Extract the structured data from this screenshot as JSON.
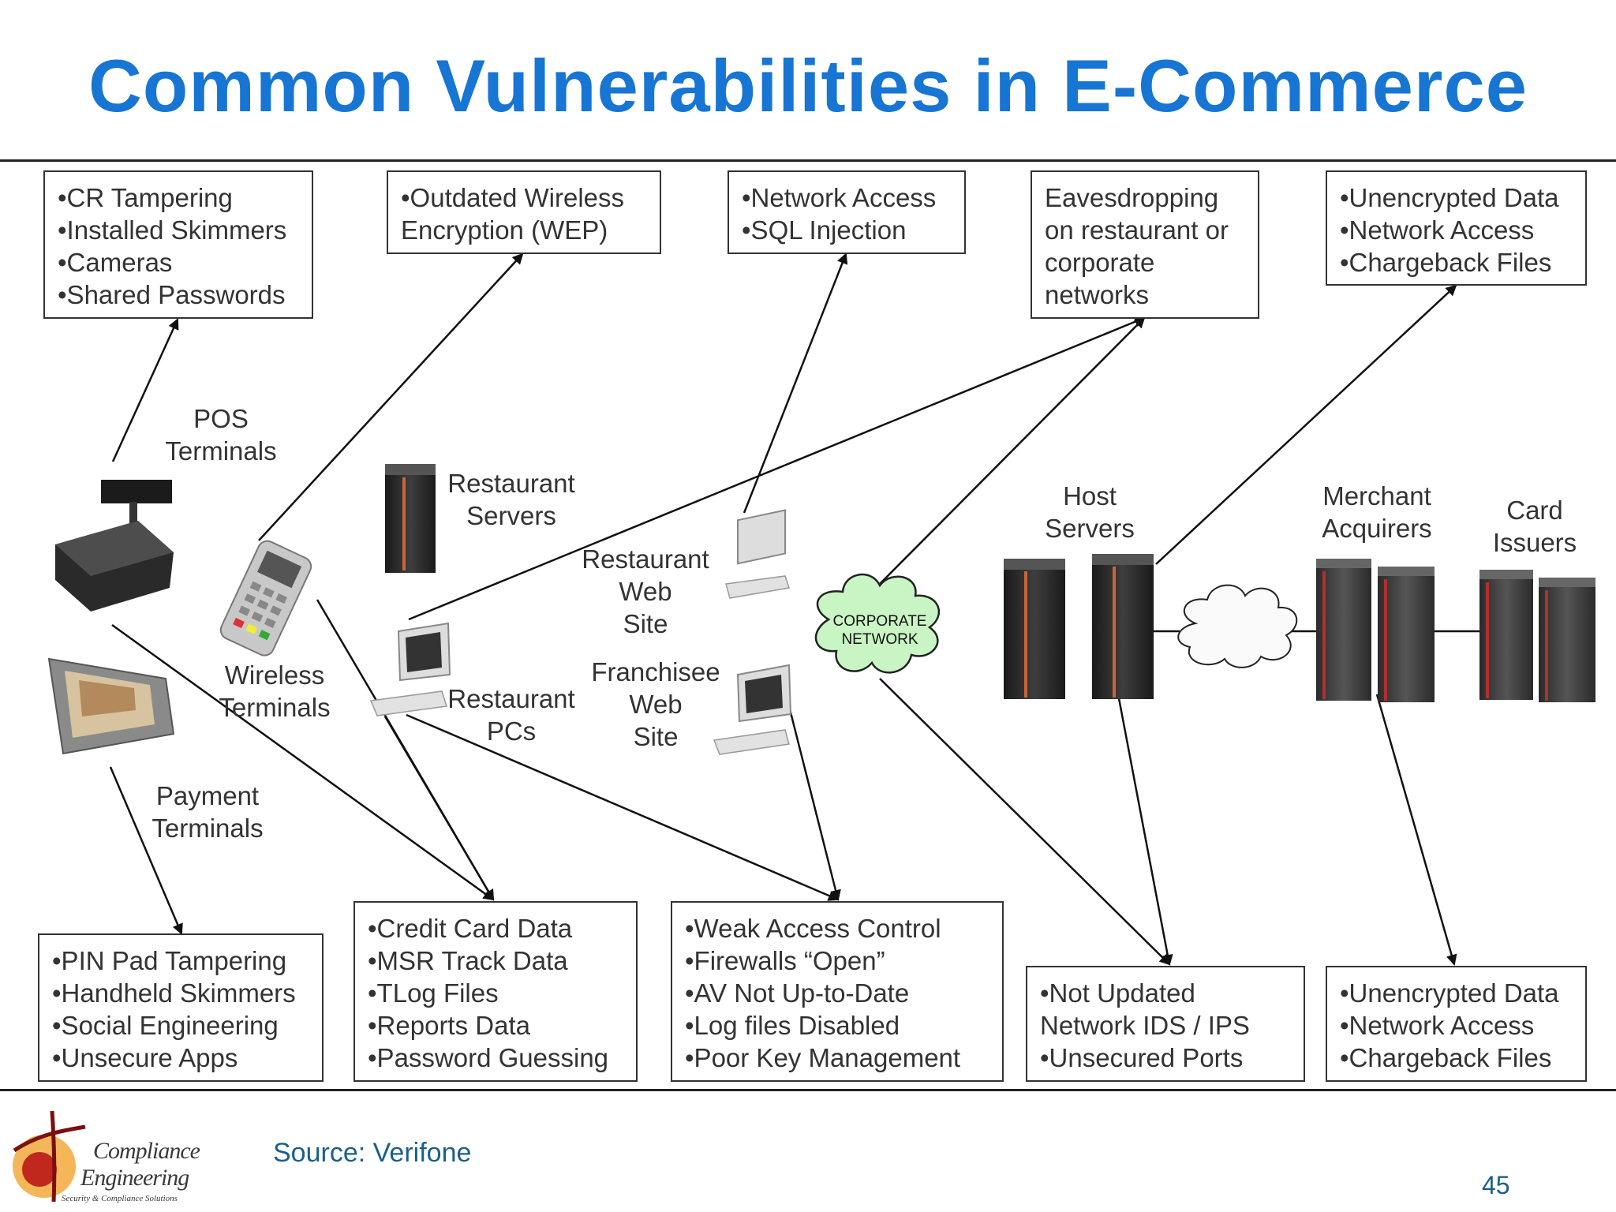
{
  "title": "Common Vulnerabilities in E-Commerce",
  "vulnerability_boxes": [
    {
      "id": "pos",
      "lines": [
        "•CR Tampering",
        "•Installed Skimmers",
        "•Cameras",
        "•Shared Passwords"
      ]
    },
    {
      "id": "wireless",
      "lines": [
        "•Outdated Wireless",
        "Encryption (WEP)"
      ]
    },
    {
      "id": "web",
      "lines": [
        "•Network Access",
        "•SQL Injection"
      ]
    },
    {
      "id": "eavesdrop",
      "lines": [
        "Eavesdropping",
        "on restaurant or",
        "corporate",
        "networks"
      ]
    },
    {
      "id": "acquirer_top",
      "lines": [
        "•Unencrypted Data",
        "•Network Access",
        "•Chargeback Files"
      ]
    },
    {
      "id": "payment",
      "lines": [
        "•PIN Pad Tampering",
        "•Handheld Skimmers",
        "•Social Engineering",
        "•Unsecure Apps"
      ]
    },
    {
      "id": "data",
      "lines": [
        "•Credit Card Data",
        "•MSR Track Data",
        "•TLog Files",
        "•Reports Data",
        "•Password Guessing"
      ]
    },
    {
      "id": "access",
      "lines": [
        "•Weak Access Control",
        "•Firewalls “Open”",
        "•AV Not Up-to-Date",
        "•Log files Disabled",
        "•Poor Key Management"
      ]
    },
    {
      "id": "ids",
      "lines": [
        "•Not Updated",
        "Network IDS / IPS",
        "•Unsecured Ports"
      ]
    },
    {
      "id": "acquirer_bottom",
      "lines": [
        "•Unencrypted Data",
        "•Network Access",
        "•Chargeback Files"
      ]
    }
  ],
  "device_labels": {
    "pos_terminals": [
      "POS",
      "Terminals"
    ],
    "restaurant_servers": [
      "Restaurant",
      "Servers"
    ],
    "restaurant_web_site": [
      "Restaurant",
      "Web",
      "Site"
    ],
    "franchisee_web_site": [
      "Franchisee",
      "Web",
      "Site"
    ],
    "restaurant_pcs": [
      "Restaurant",
      "PCs"
    ],
    "wireless_terminals": [
      "Wireless",
      "Terminals"
    ],
    "payment_terminals": [
      "Payment",
      "Terminals"
    ],
    "host_servers": [
      "Host",
      "Servers"
    ],
    "merchant_acquirers": [
      "Merchant",
      "Acquirers"
    ],
    "card_issuers": [
      "Card",
      "Issuers"
    ],
    "corporate_network": [
      "CORPORATE",
      "NETWORK"
    ]
  },
  "footer": {
    "source": "Source: Verifone",
    "page_number": "45",
    "logo": {
      "line1": "Compliance",
      "line2": "Engineering",
      "tagline": "Security & Compliance Solutions"
    }
  },
  "colors": {
    "title": "#1775d3",
    "footer_text": "#1b5f8a",
    "cloud_fill": "#c9f5c4",
    "server_stripe": "#c8663a"
  }
}
